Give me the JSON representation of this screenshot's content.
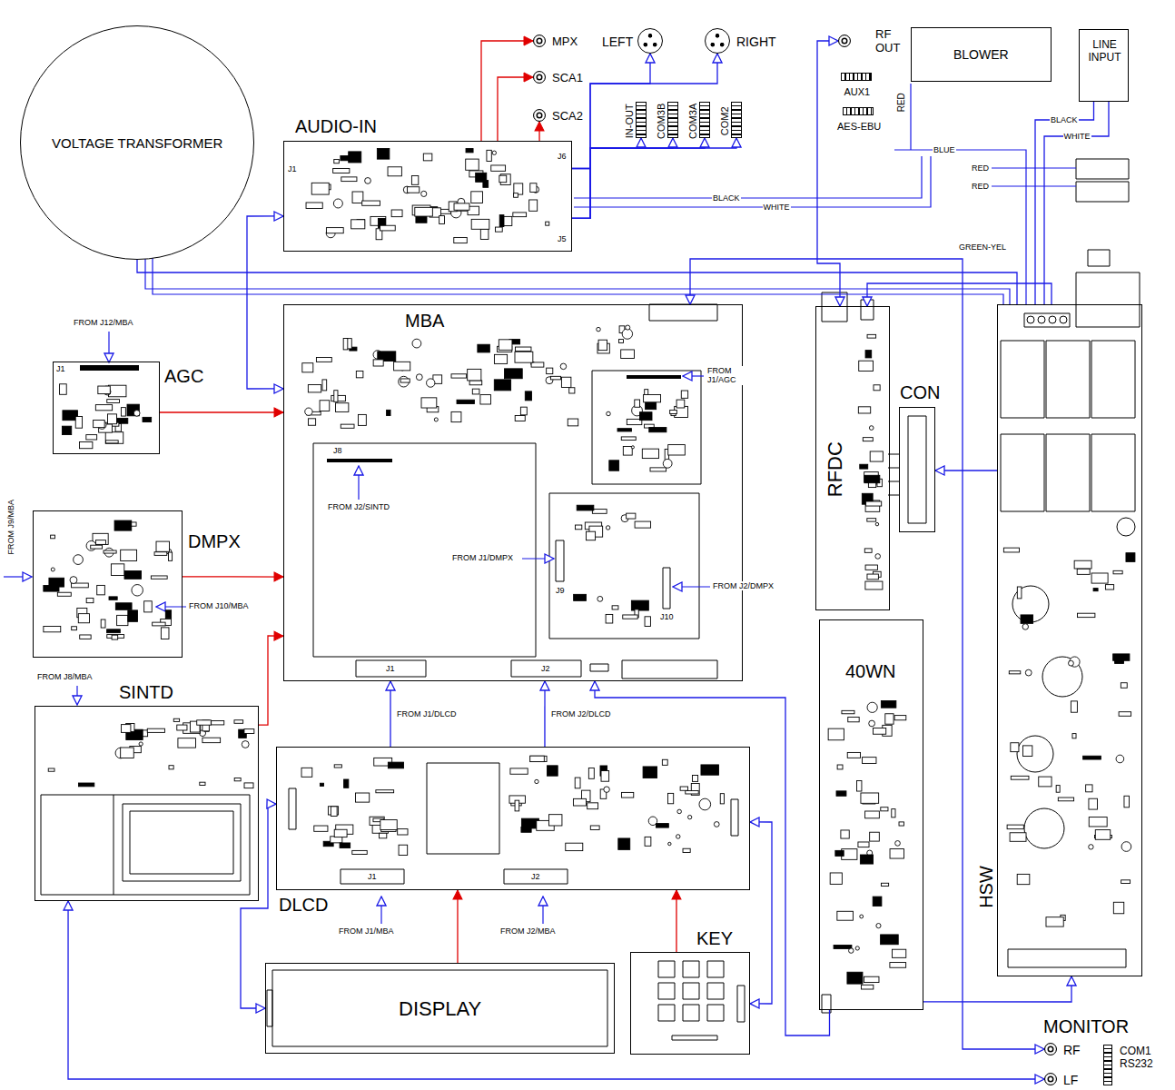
{
  "diagram": {
    "nodes": [
      {
        "text": [
          "VOLTAGE TRANSFORMER"
        ]
      },
      {
        "text": [
          "AUDIO-IN"
        ]
      },
      {
        "text": [
          "MPX"
        ]
      },
      {
        "text": [
          "SCA1"
        ]
      },
      {
        "text": [
          "SCA2"
        ]
      },
      {
        "text": [
          "LEFT"
        ]
      },
      {
        "text": [
          "RIGHT"
        ]
      },
      {
        "text": [
          "IN-OUT"
        ]
      },
      {
        "text": [
          "COM3B"
        ]
      },
      {
        "text": [
          "COM3A"
        ]
      },
      {
        "text": [
          "COM2"
        ]
      },
      {
        "text": [
          "RF OUT"
        ]
      },
      {
        "text": [
          "AUX1"
        ]
      },
      {
        "text": [
          "AES-EBU"
        ]
      },
      {
        "text": [
          "BLOWER"
        ]
      },
      {
        "text": [
          "LINE INPUT"
        ]
      },
      {
        "text": [
          "MBA"
        ]
      },
      {
        "text": [
          "AGC"
        ]
      },
      {
        "text": [
          "DMPX"
        ]
      },
      {
        "text": [
          "SINTD"
        ]
      },
      {
        "text": [
          "DLCD"
        ]
      },
      {
        "text": [
          "DISPLAY"
        ]
      },
      {
        "text": [
          "KEY"
        ]
      },
      {
        "text": [
          "RFDC"
        ]
      },
      {
        "text": [
          "CON"
        ]
      },
      {
        "text": [
          "40WN"
        ]
      },
      {
        "text": [
          "HSW"
        ]
      },
      {
        "text": [
          "RF"
        ]
      },
      {
        "text": [
          "LF"
        ]
      },
      {
        "text": [
          "COM1 RS232"
        ]
      }
    ],
    "edges": [
      {
        "from": 1,
        "to": 2,
        "arrow": "to"
      },
      {
        "from": 1,
        "to": 3,
        "arrow": "to"
      },
      {
        "from": 1,
        "to": 4,
        "arrow": "to"
      },
      {
        "from": 1,
        "to": 5,
        "arrow": "to"
      },
      {
        "from": 1,
        "to": 6,
        "arrow": "to"
      },
      {
        "from": 1,
        "to": 7,
        "arrow": "to"
      },
      {
        "from": 1,
        "to": 8,
        "arrow": "to"
      },
      {
        "from": 1,
        "to": 9,
        "arrow": "to"
      },
      {
        "from": 1,
        "to": 10,
        "arrow": "to"
      },
      {
        "from": 1,
        "to": 16,
        "arrow": "both"
      },
      {
        "from": 11,
        "to": 23,
        "arrow": "both"
      },
      {
        "from": 0,
        "to": 26,
        "arrow": "none"
      },
      {
        "from": 15,
        "to": 26,
        "label": "BLACK",
        "arrow": "none"
      },
      {
        "from": 15,
        "to": 26,
        "label": "WHITE",
        "arrow": "none"
      },
      {
        "from": 16,
        "to": 27,
        "arrow": "both"
      },
      {
        "from": 26,
        "to": 24,
        "arrow": "to"
      },
      {
        "from": 26,
        "to": 23,
        "arrow": "to"
      },
      {
        "from": 17,
        "to": 16,
        "arrow": "to"
      },
      {
        "from": 18,
        "to": 16,
        "arrow": "to"
      },
      {
        "from": 19,
        "to": 16,
        "arrow": "to"
      },
      {
        "from": 21,
        "to": 20,
        "arrow": "to"
      },
      {
        "from": 22,
        "to": 20,
        "arrow": "to"
      },
      {
        "from": 20,
        "to": 21,
        "arrow": "both"
      },
      {
        "from": 22,
        "to": 20,
        "arrow": "both"
      },
      {
        "from": 20,
        "to": 16,
        "arrow": "to"
      },
      {
        "from": 20,
        "to": 16,
        "arrow": "to"
      },
      {
        "from": 25,
        "to": 16,
        "arrow": "to"
      },
      {
        "from": 25,
        "to": 26,
        "arrow": "to"
      },
      {
        "from": 19,
        "to": 28,
        "arrow": "both"
      }
    ],
    "labels": [
      "J1",
      "J6",
      "J5",
      "RED",
      "BLACK",
      "WHITE",
      "BLUE",
      "RED",
      "RED",
      "GREEN-YEL",
      "FROM J12/MBA",
      "J1",
      "FROM J1/AGC",
      "J8",
      "FROM J2/SINTD",
      "FROM J9/MBA",
      "FROM J10/MBA",
      "FROM J1/DMPX",
      "J9",
      "FROM J2/DMPX",
      "J10",
      "FROM J8/MBA",
      "J1",
      "J2",
      "FROM J1/DLCD",
      "FROM J2/DLCD",
      "J1",
      "J2",
      "FROM J1/MBA",
      "FROM J2/MBA",
      "MONITOR"
    ]
  }
}
